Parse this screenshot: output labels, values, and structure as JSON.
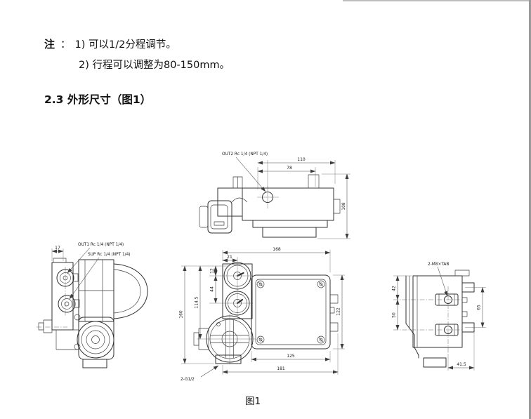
{
  "notes": {
    "label": "注",
    "colon": "：",
    "items": [
      "1) 可以1/2分程调节。",
      "2) 行程可以调整为80-150mm。"
    ]
  },
  "heading": "2.3 外形尺寸（图1）",
  "caption": "图1",
  "drawing": {
    "top_view": {
      "port_label": "OUT2 Rc 1/4 (NPT 1/4)",
      "width_overall": "110",
      "width_port": "78",
      "height": "108"
    },
    "left_view": {
      "label_out1": "OUT1 Rc 1/4 (NPT 1/4)",
      "label_sup": "SUP Rc 1/4 (NPT 1/4)",
      "plate_dim": "17"
    },
    "front_view": {
      "total_width": "168",
      "gauge_offset": "21",
      "gauge_top_gap": "12",
      "gauge_spacing": "44",
      "mid_height": "114.5",
      "total_height": "160",
      "box_height": "122",
      "box_width": "125",
      "overall_width": "181",
      "conduit_label": "2-G1/2"
    },
    "side_view": {
      "tap_label": "2-M8×TAB",
      "upper_height": "42",
      "lower_height": "50",
      "flange_span": "65",
      "depth": "41.5"
    }
  }
}
